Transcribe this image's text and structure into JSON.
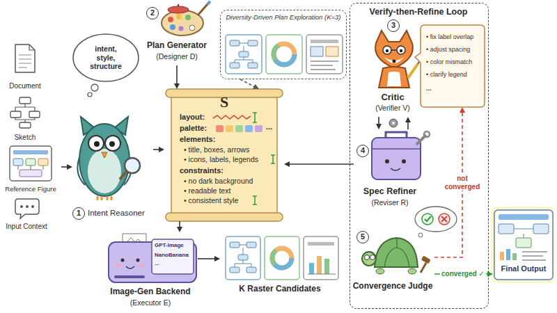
{
  "diagram": {
    "nodes": [
      {
        "text": [
          "Document"
        ]
      },
      {
        "text": [
          "Sketch"
        ]
      },
      {
        "text": [
          "Reference Figure"
        ]
      },
      {
        "text": [
          "Input Context"
        ]
      },
      {
        "text": [
          "1",
          "Intent Reasoner"
        ]
      },
      {
        "text": [
          "intent, style, structure"
        ]
      },
      {
        "text": [
          "2",
          "Plan Generator",
          "(Designer D)"
        ]
      },
      {
        "text": [
          "Diversity-Driven Plan Exploration (K=3)"
        ]
      },
      {
        "text": [
          "S",
          "layout:",
          "palette:",
          "...",
          "elements:",
          "• title, boxes, arrows",
          "• icons, labels, legends",
          "constraints:",
          "• no dark background",
          "• readable text",
          "• consistent style"
        ]
      },
      {
        "text": [
          "Verify-then-Refine Loop"
        ]
      },
      {
        "text": [
          "3",
          "Critic",
          "(Verifier V)"
        ],
        "in": 9
      },
      {
        "text": [
          "• fix label overlap",
          "• adjust spacing",
          "• color mismatch",
          "• clarify legend",
          "..."
        ],
        "in": 9
      },
      {
        "text": [
          "4",
          "Spec Refiner",
          "(Reviser R)"
        ],
        "in": 9
      },
      {
        "text": [
          "5",
          "Convergence Judge"
        ],
        "in": 9
      },
      {
        "text": [
          "GPT-Image",
          "NanoBanana",
          "...",
          "Image-Gen Backend",
          "(Executor E)"
        ]
      },
      {
        "text": [
          "K Raster Candidates"
        ]
      },
      {
        "text": [
          "Final Output"
        ]
      }
    ],
    "edges": [
      {
        "from": 2,
        "to": 4,
        "arrow": "to"
      },
      {
        "from": 4,
        "to": 8,
        "arrow": "to"
      },
      {
        "from": 6,
        "to": 8,
        "arrow": "to"
      },
      {
        "from": 7,
        "to": 8,
        "arrow": "to"
      },
      {
        "from": 8,
        "to": 14,
        "arrow": "to"
      },
      {
        "from": 14,
        "to": 15,
        "arrow": "to"
      },
      {
        "from": 12,
        "to": 8,
        "arrow": "to"
      },
      {
        "from": 10,
        "to": 12,
        "arrow": "to"
      },
      {
        "from": 12,
        "to": 10,
        "arrow": "to"
      },
      {
        "from": 13,
        "to": 11,
        "label": "not converged",
        "arrow": "to"
      },
      {
        "from": 13,
        "to": 16,
        "label": "converged ✓",
        "arrow": "to"
      }
    ]
  }
}
